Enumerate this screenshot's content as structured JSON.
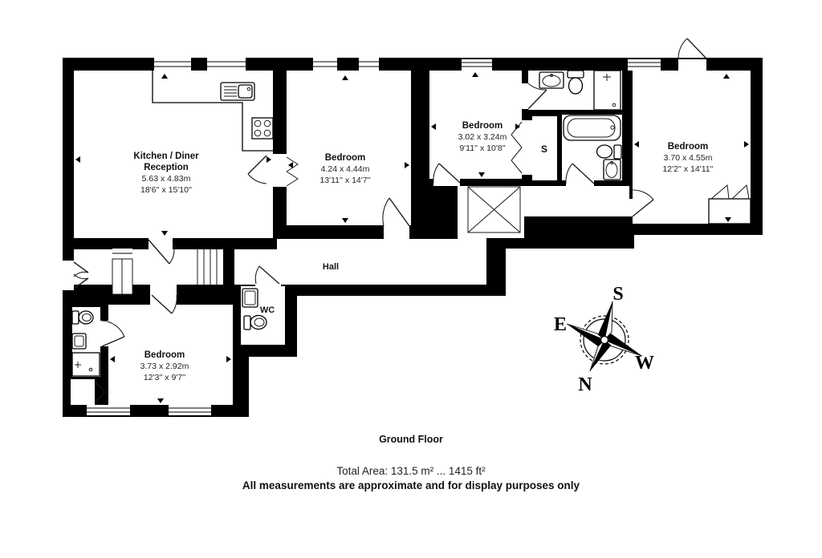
{
  "floorplan": {
    "rooms": [
      {
        "id": "kitchen-diner",
        "lines": [
          "Kitchen / Diner",
          "Reception",
          "5.63 x 4.83m",
          "18'6'' x 15'10''"
        ]
      },
      {
        "id": "bedroom-2",
        "lines": [
          "Bedroom",
          "4.24 x 4.44m",
          "13'11'' x 14'7''"
        ]
      },
      {
        "id": "bedroom-3",
        "lines": [
          "Bedroom",
          "3.02 x 3.24m",
          "9'11'' x 10'8''"
        ]
      },
      {
        "id": "bedroom-right",
        "lines": [
          "Bedroom",
          "3.70 x 4.55m",
          "12'2'' x 14'11''"
        ]
      },
      {
        "id": "bedroom-bottom",
        "lines": [
          "Bedroom",
          "3.73 x 2.92m",
          "12'3'' x 9'7''"
        ]
      },
      {
        "id": "hall",
        "lines": [
          "Hall"
        ]
      },
      {
        "id": "wc",
        "lines": [
          "WC"
        ]
      },
      {
        "id": "store",
        "lines": [
          "S"
        ]
      }
    ],
    "compass": {
      "n": "N",
      "s": "S",
      "e": "E",
      "w": "W"
    },
    "footer": {
      "floor_label": "Ground Floor",
      "total_area": "Total Area: 131.5 m² ... 1415 ft²",
      "disclaimer": "All measurements are approximate and for display purposes only"
    },
    "colors": {
      "wall": "#000000",
      "floor": "#ffffff"
    }
  }
}
